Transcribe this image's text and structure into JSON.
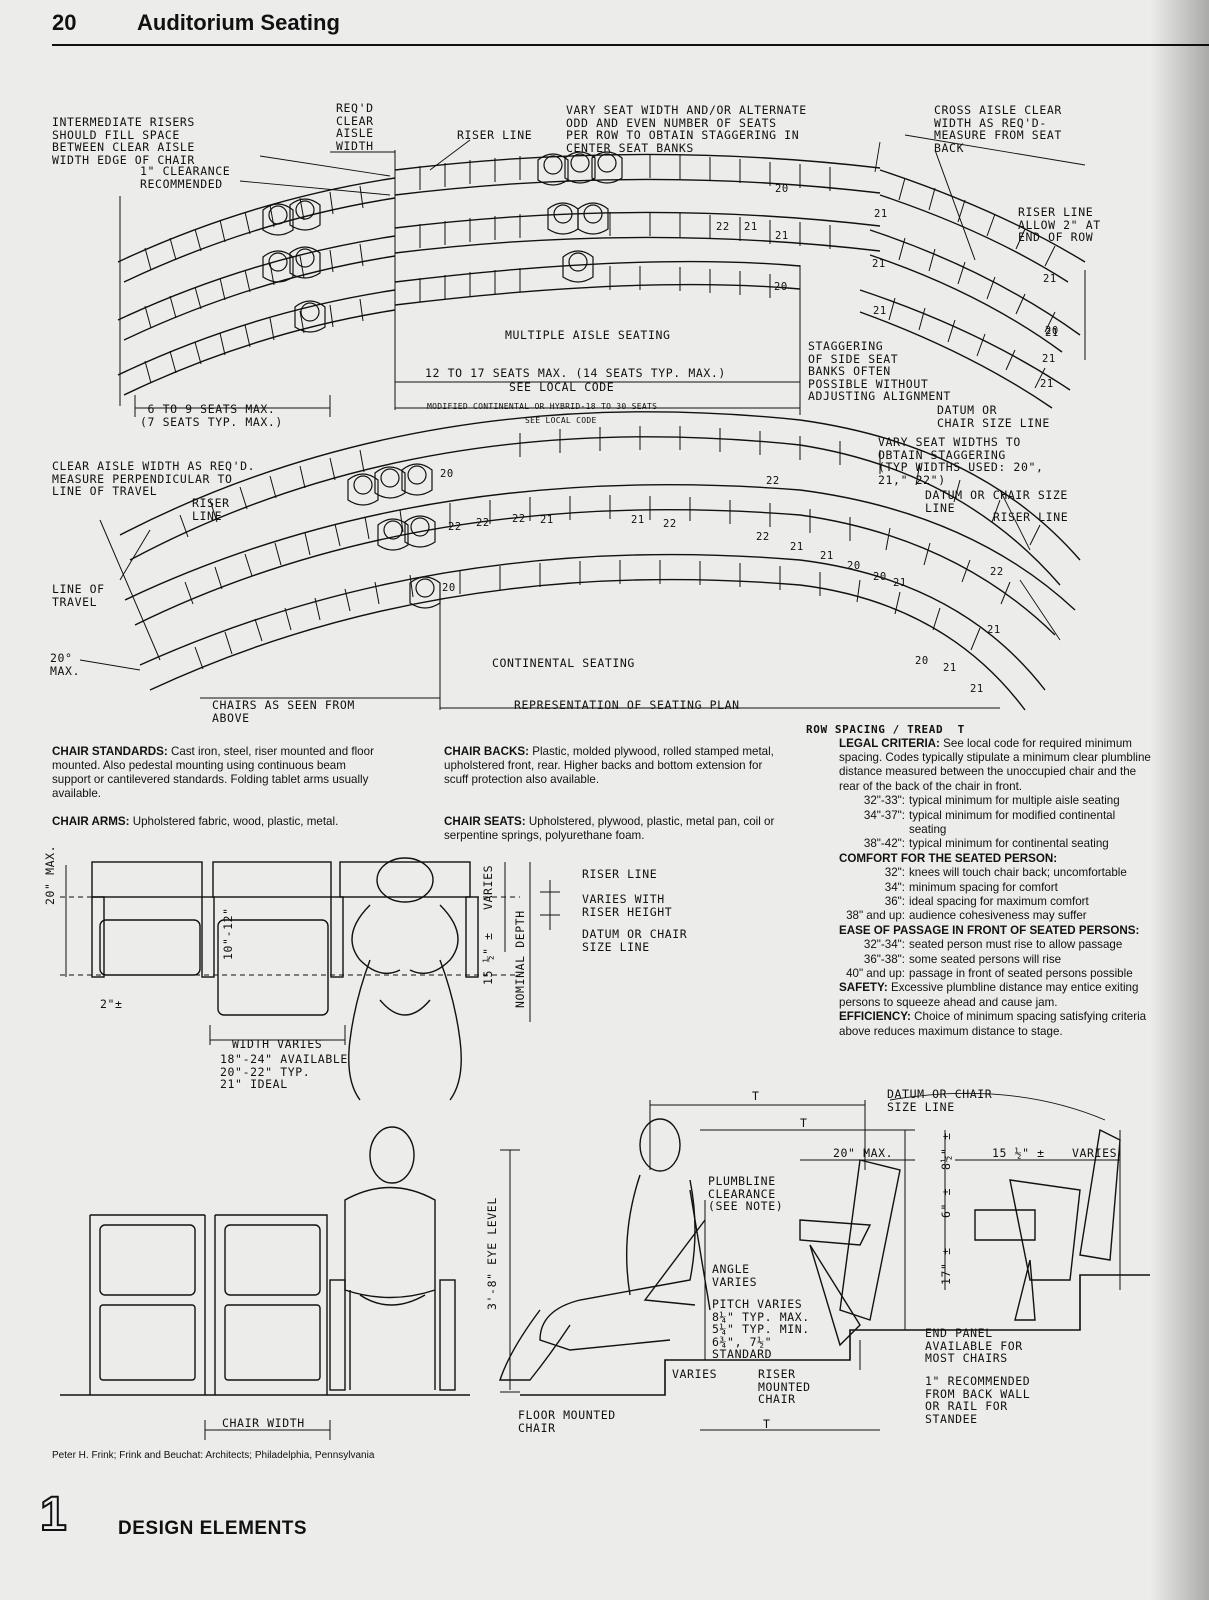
{
  "page": {
    "number": "20",
    "title": "Auditorium Seating"
  },
  "plan_labels": {
    "intermediate_risers": "INTERMEDIATE RISERS\nSHOULD FILL SPACE\nBETWEEN CLEAR AISLE\nWIDTH EDGE OF CHAIR",
    "clearance": "1\" CLEARANCE\nRECOMMENDED",
    "reqd_aisle": "REQ'D\nCLEAR\nAISLE\nWIDTH",
    "riser_line_1": "RISER LINE",
    "vary_seat": "VARY SEAT WIDTH AND/OR ALTERNATE\nODD AND EVEN NUMBER OF SEATS\nPER ROW TO OBTAIN STAGGERING IN\nCENTER SEAT BANKS",
    "cross_aisle": "CROSS AISLE CLEAR\nWIDTH AS REQ'D-\nMEASURE FROM SEAT\nBACK",
    "riser_allow": "RISER LINE\nALLOW 2\" AT\nEND OF ROW",
    "multiple_aisle": "MULTIPLE AISLE SEATING",
    "staggering_side": "STAGGERING\nOF SIDE SEAT\nBANKS OFTEN\nPOSSIBLE WITHOUT\nADJUSTING ALIGNMENT",
    "seats_12_17": "12 TO 17 SEATS MAX. (14 SEATS TYP. MAX.)",
    "see_local_code": "SEE LOCAL CODE",
    "modified_continental": "MODIFIED CONTINENTAL OR HYBRID-18 TO 30 SEATS",
    "see_local_code_small": "SEE LOCAL CODE",
    "seats_6_9": "6 TO 9 SEATS MAX.\n(7 SEATS TYP. MAX.)",
    "datum_1": "DATUM OR\nCHAIR SIZE LINE",
    "clear_aisle_width": "CLEAR AISLE WIDTH AS REQ'D.\nMEASURE PERPENDICULAR TO\nLINE OF TRAVEL",
    "vary_widths": "VARY SEAT WIDTHS TO\nOBTAIN STAGGERING\n(TYP WIDTHS USED: 20\",\n21,\" 22\")",
    "riser_line_2": "RISER\nLINE",
    "datum_2": "DATUM OR CHAIR SIZE\nLINE",
    "riser_line_3": "RISER LINE",
    "line_of_travel": "LINE OF\nTRAVEL",
    "max_20": "20°\nMAX.",
    "continental": "CONTINENTAL SEATING",
    "chairs_seen": "CHAIRS AS SEEN FROM\nABOVE",
    "representation": "REPRESENTATION OF SEATING PLAN",
    "seat_numbers": [
      "20",
      "22",
      "21",
      "21",
      "20",
      "21",
      "21",
      "21",
      "21",
      "20",
      "21",
      "21",
      "21",
      "22",
      "20",
      "22",
      "22",
      "22",
      "21",
      "21",
      "22",
      "22",
      "21",
      "21",
      "20",
      "20",
      "21",
      "22",
      "20",
      "21",
      "20",
      "21",
      "21"
    ]
  },
  "text_columns": {
    "chair_standards": {
      "h": "CHAIR STANDARDS:",
      "t": " Cast iron, steel, riser mounted and floor mounted. Also pedestal mounting using continuous beam support or cantilevered standards. Folding tablet arms usually available."
    },
    "chair_arms": {
      "h": "CHAIR ARMS:",
      "t": " Upholstered fabric, wood, plastic, metal."
    },
    "chair_backs": {
      "h": "CHAIR BACKS:",
      "t": " Plastic, molded plywood, rolled stamped metal, upholstered front, rear. Higher backs and bottom extension for scuff protection also available."
    },
    "chair_seats": {
      "h": "CHAIR SEATS:",
      "t": " Upholstered, plywood, plastic, metal pan, coil or serpentine springs, polyurethane foam."
    }
  },
  "row_spacing": {
    "title": "ROW SPACING / TREAD  T",
    "legal_h": "LEGAL CRITERIA:",
    "legal_t": " See local code for required minimum spacing. Codes typically stipulate a minimum clear plumbline distance measured between the unoccupied chair and the rear of the back of the chair in front.",
    "legal_items": [
      {
        "k": "32\"-33\":",
        "v": "typical minimum for multiple aisle seating"
      },
      {
        "k": "34\"-37\":",
        "v": "typical minimum for modified continental seating"
      },
      {
        "k": "38\"-42\":",
        "v": "typical minimum for continental seating"
      }
    ],
    "comfort_h": "COMFORT FOR THE SEATED PERSON:",
    "comfort_items": [
      {
        "k": "32\":",
        "v": "knees will touch chair back; uncomfortable"
      },
      {
        "k": "34\":",
        "v": "minimum spacing for comfort"
      },
      {
        "k": "36\":",
        "v": "ideal spacing for maximum comfort"
      },
      {
        "k": "38\" and up:",
        "v": "audience cohesiveness may suffer"
      }
    ],
    "ease_h": "EASE OF PASSAGE IN FRONT OF SEATED PERSONS:",
    "ease_items": [
      {
        "k": "32\"-34\":",
        "v": "seated person must rise to allow passage"
      },
      {
        "k": "36\"-38\":",
        "v": "some seated persons will rise"
      },
      {
        "k": "40\" and up:",
        "v": "passage in front of seated persons possible"
      }
    ],
    "safety_h": "SAFETY:",
    "safety_t": " Excessive plumbline distance may entice exiting persons to squeeze ahead and cause jam.",
    "efficiency_h": "EFFICIENCY:",
    "efficiency_t": " Choice of minimum spacing satisfying criteria above reduces maximum distance to stage."
  },
  "chair_plan_labels": {
    "max20": "20\" MAX.",
    "dim_10_12": "10\"-12\"",
    "dim_2": "2\"±",
    "width_varies": "WIDTH VARIES",
    "width_values": "18\"-24\" AVAILABLE\n20\"-22\" TYP.\n21\" IDEAL",
    "varies": "VARIES",
    "nominal_depth": "NOMINAL DEPTH",
    "depth_15": "15 ½\" ±",
    "riser_line": "RISER LINE",
    "varies_riser": "VARIES WITH\nRISER HEIGHT",
    "datum": "DATUM OR CHAIR\nSIZE LINE"
  },
  "section_labels": {
    "eye_level": "3'-8\" EYE LEVEL",
    "chair_width": "CHAIR WIDTH",
    "plumbline": "PLUMBLINE\nCLEARANCE\n(SEE NOTE)",
    "angle_varies": "ANGLE\nVARIES",
    "pitch_varies": "PITCH VARIES\n8¼\" TYP. MAX.\n5¼\" TYP. MIN.\n6¾\", 7½\"\nSTANDARD",
    "varies": "VARIES",
    "riser_mounted": "RISER\nMOUNTED\nCHAIR",
    "floor_mounted": "FLOOR MOUNTED\nCHAIR",
    "T1": "T",
    "T2": "T",
    "T3": "T",
    "max20": "20\" MAX.",
    "datum": "DATUM OR CHAIR\nSIZE LINE",
    "dim_15": "15 ½\" ±",
    "varies2": "VARIES",
    "dim_8": "8½\" ±",
    "dim_6": "6\" ±",
    "dim_17": "17\" ±",
    "end_panel": "END PANEL\nAVAILABLE FOR\nMOST CHAIRS",
    "recommended": "1\" RECOMMENDED\nFROM BACK WALL\nOR RAIL FOR\nSTANDEE"
  },
  "footer": {
    "credit": "Peter H. Frink; Frink and Beuchat: Architects; Philadelphia, Pennsylvania",
    "chapter_num": "1",
    "chapter": "DESIGN ELEMENTS"
  }
}
